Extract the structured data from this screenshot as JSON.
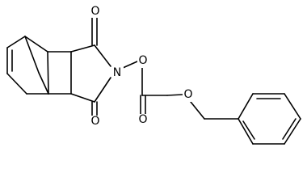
{
  "molecule": {
    "atoms": {
      "o_top": "O",
      "o_bottom": "O",
      "n_imide": "N",
      "o_linker": "O",
      "o_carbonyl": "O",
      "o_benzyl": "O"
    }
  }
}
